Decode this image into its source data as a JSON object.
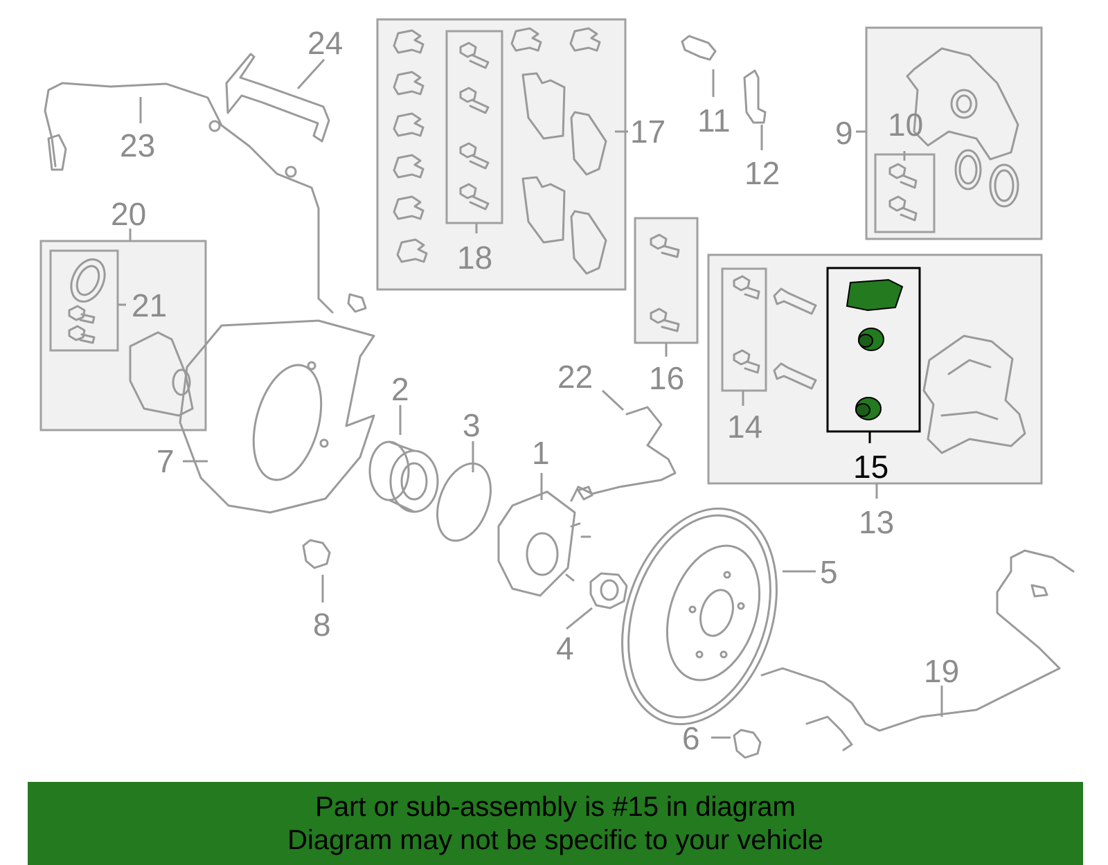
{
  "colors": {
    "banner_bg": "#237a1f",
    "highlight_fill": "#237a1f",
    "part_line": "#9a9a9a",
    "box_bg": "#f1f1f1"
  },
  "callouts": {
    "n1": "1",
    "n2": "2",
    "n3": "3",
    "n4": "4",
    "n5": "5",
    "n6": "6",
    "n7": "7",
    "n8": "8",
    "n9": "9",
    "n10": "10",
    "n11": "11",
    "n12": "12",
    "n13": "13",
    "n14": "14",
    "n15": "15",
    "n16": "16",
    "n17": "17",
    "n18": "18",
    "n19": "19",
    "n20": "20",
    "n21": "21",
    "n22": "22",
    "n23": "23",
    "n24": "24"
  },
  "highlighted_part": "15",
  "banner": {
    "line1": "Part or sub-assembly is #15 in diagram",
    "line2": "Diagram may not be specific to your vehicle"
  }
}
